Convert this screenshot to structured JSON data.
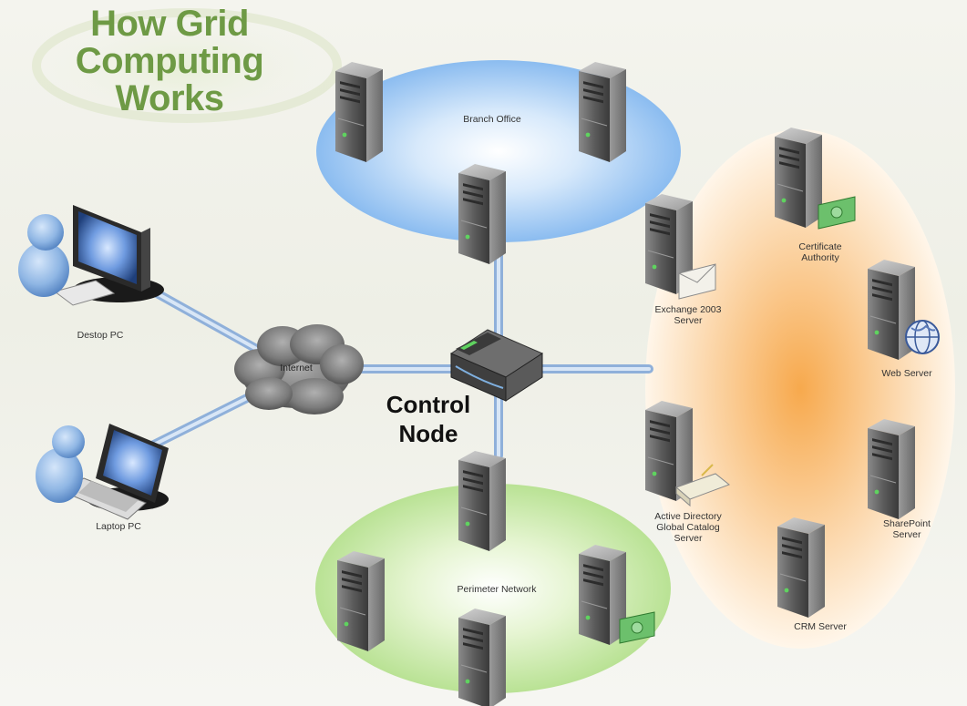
{
  "title": {
    "line1": "How Grid",
    "line2": "Computing",
    "line3": "Works"
  },
  "control_node": {
    "line1": "Control",
    "line2": "Node"
  },
  "zones": {
    "branch_office": "Branch Office",
    "perimeter_network": "Perimeter Network"
  },
  "clients": {
    "desktop": "Destop PC",
    "laptop": "Laptop PC",
    "internet": "Internet"
  },
  "servers": {
    "exchange": {
      "line1": "Exchange 2003",
      "line2": "Server"
    },
    "certificate": {
      "line1": "Certificate",
      "line2": "Authority"
    },
    "web": "Web Server",
    "active_directory": {
      "line1": "Active Directory",
      "line2": "Global Catalog",
      "line3": "Server"
    },
    "sharepoint": {
      "line1": "SharePoint",
      "line2": "Server"
    },
    "crm": "CRM Server"
  },
  "colors": {
    "title_green": "#6e9a45",
    "branch_blue": "#8fbff0",
    "perimeter_green": "#bfe49a",
    "server_zone_orange": "#f9b15c",
    "link_blue": "#a9c4e4"
  }
}
